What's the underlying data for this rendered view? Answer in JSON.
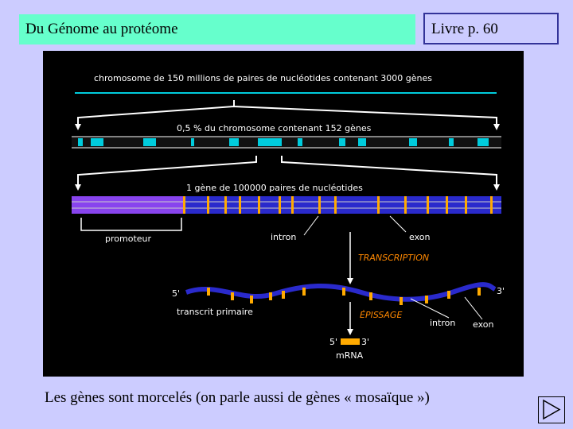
{
  "header": {
    "title": "Du Génome au protéome",
    "reference": "Livre  p. 60"
  },
  "diagram": {
    "chromosome_label": "chromosome de 150 millions de paires de nucléotides contenant 3000 gènes",
    "segment_label": "0,5 % du chromosome contenant 152 gènes",
    "gene_label": "1 gène de 100000 paires de nucléotides",
    "promoter_label": "promoteur",
    "intron_label": "intron",
    "exon_label": "exon",
    "transcription_label": "TRANSCRIPTION",
    "five_prime": "5'",
    "three_prime": "3'",
    "primary_transcript_label": "transcrit primaire",
    "splicing_label": "ÉPISSAGE",
    "intron_label_2": "intron",
    "exon_label_2": "exon",
    "mrna_label": "mRNA",
    "colors": {
      "background": "#000000",
      "chromosome": "#00ccdd",
      "gene": "#2a2acc",
      "promoter": "#8844ee",
      "exon": "#ffaa00",
      "text": "#ffffff",
      "process": "#ff8800"
    }
  },
  "caption": "Les gènes sont morcelés (on parle aussi de gènes « mosaïque »)",
  "nav": {
    "icon": "next-slide-icon"
  }
}
